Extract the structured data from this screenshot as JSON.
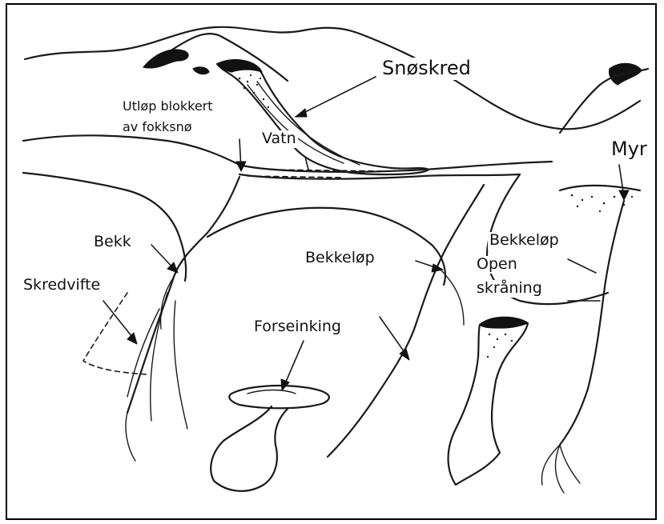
{
  "figure": {
    "labels": {
      "snoskred": "Snøskred",
      "utlop_line1": "Utløp blokkert",
      "utlop_line2": "av fokksnø",
      "vatn": "Vatn",
      "myr": "Myr",
      "bekk": "Bekk",
      "skredvifte": "Skredvifte",
      "bekkelop_centre": "Bekkeløp",
      "bekkelop_right": "Bekkeløp",
      "open": "Open",
      "skraning": "skråning",
      "forseinking": "Forseinking"
    },
    "colors": {
      "ink": "#111111",
      "paper": "#ffffff",
      "frame": "#000000"
    }
  }
}
